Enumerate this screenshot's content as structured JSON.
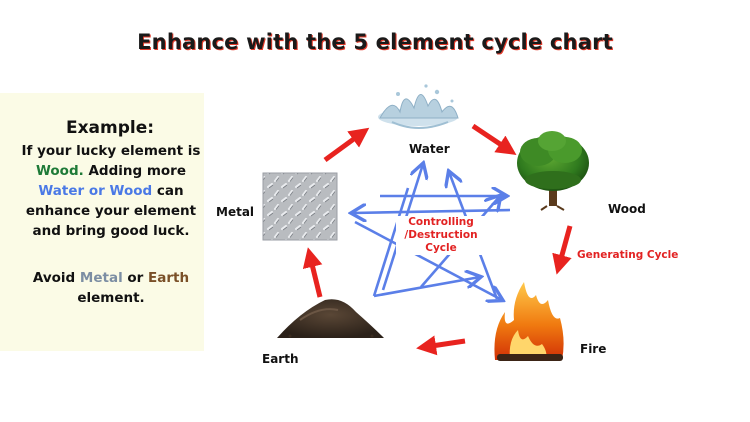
{
  "title": "Enhance with the 5 element cycle chart",
  "example": {
    "heading": "Example:",
    "line1": "If your lucky element is",
    "lucky_element": "Wood.",
    "line2": " Adding more",
    "water": "Water",
    "or1": " or ",
    "wood": "Wood",
    "line3": " can",
    "line4": "enhance your element",
    "line5": "and bring good luck.",
    "avoid_prefix": "Avoid ",
    "avoid_metal": "Metal",
    "or2": " or ",
    "avoid_earth": "Earth",
    "avoid_suffix": "element."
  },
  "elements": {
    "water": "Water",
    "wood": "Wood",
    "fire": "Fire",
    "earth": "Earth",
    "metal": "Metal"
  },
  "generating_cycle": "Generating Cycle",
  "controlling_cycle": {
    "line1": "Controlling",
    "line2": "/Destruction",
    "line3": "Cycle"
  },
  "colors": {
    "generating_arrow": "#e8231f",
    "controlling_arrow": "#5b7fe8",
    "wood_text": "#1e7a37",
    "water_text": "#4a79e6",
    "metal_text": "#7c8ea3",
    "earth_text": "#7a5028"
  }
}
